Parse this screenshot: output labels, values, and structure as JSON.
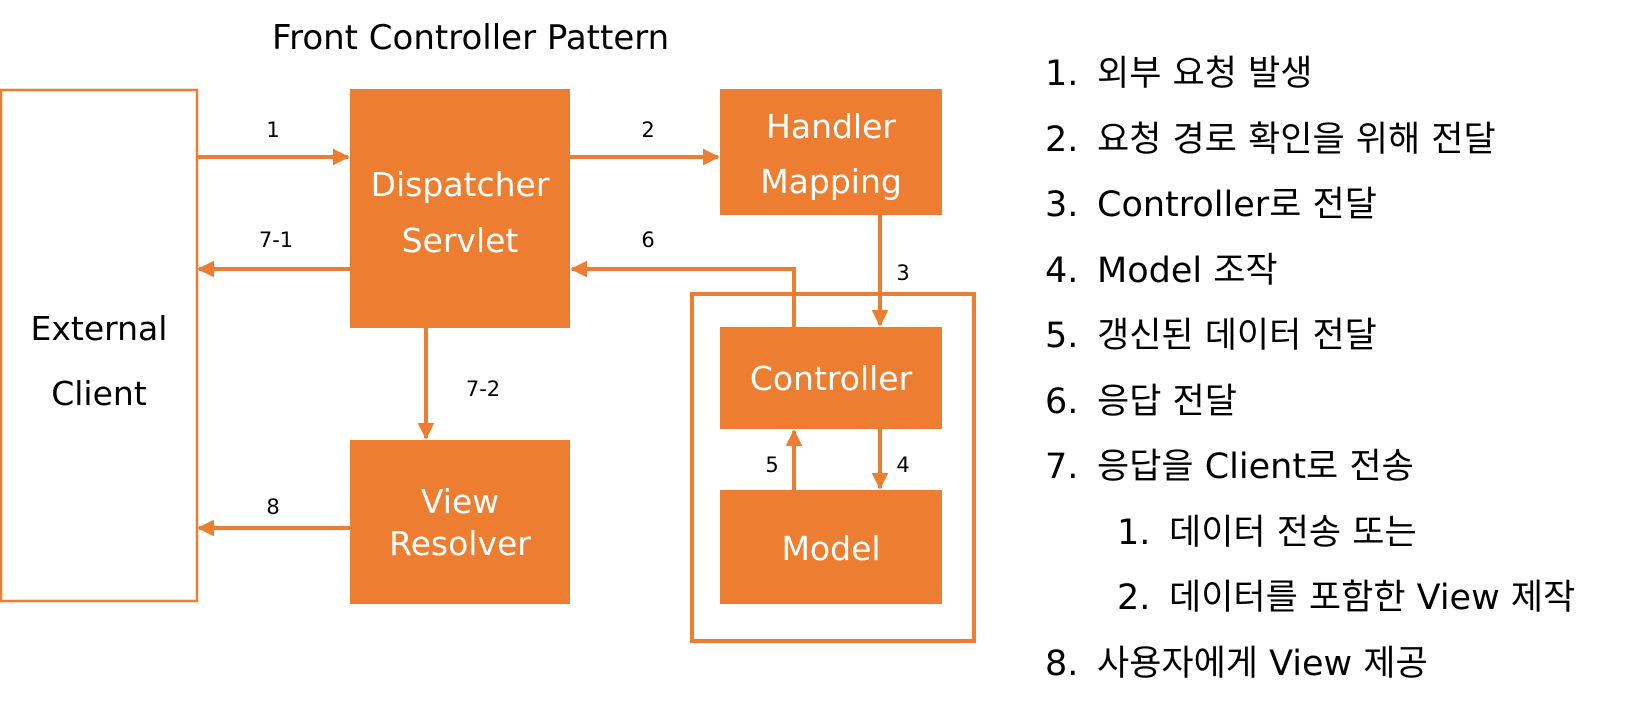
{
  "diagram": {
    "title": "Front Controller Pattern",
    "accent_color": "#ED7D31",
    "nodes": {
      "external_client": [
        "External",
        "Client"
      ],
      "dispatcher_servlet": [
        "Dispatcher",
        "Servlet"
      ],
      "handler_mapping": [
        "Handler",
        "Mapping"
      ],
      "controller": [
        "Controller"
      ],
      "model": [
        "Model"
      ],
      "view_resolver": [
        "View",
        "Resolver"
      ]
    },
    "edges": {
      "e1": "1",
      "e2": "2",
      "e3": "3",
      "e4": "4",
      "e5": "5",
      "e6": "6",
      "e7_1": "7-1",
      "e7_2": "7-2",
      "e8": "8"
    }
  },
  "legend": {
    "items": [
      {
        "num": "1.",
        "text": "외부 요청 발생"
      },
      {
        "num": "2.",
        "text": "요청 경로 확인을 위해 전달"
      },
      {
        "num": "3.",
        "text": "Controller로 전달"
      },
      {
        "num": "4.",
        "text": "Model 조작"
      },
      {
        "num": "5.",
        "text": "갱신된 데이터 전달"
      },
      {
        "num": "6.",
        "text": "응답 전달"
      },
      {
        "num": "7.",
        "text": "응답을 Client로 전송"
      },
      {
        "num": "1.",
        "text": "데이터 전송 또는",
        "sub": true
      },
      {
        "num": "2.",
        "text": "데이터를 포함한 View 제작",
        "sub": true
      },
      {
        "num": "8.",
        "text": "사용자에게 View 제공"
      }
    ]
  }
}
